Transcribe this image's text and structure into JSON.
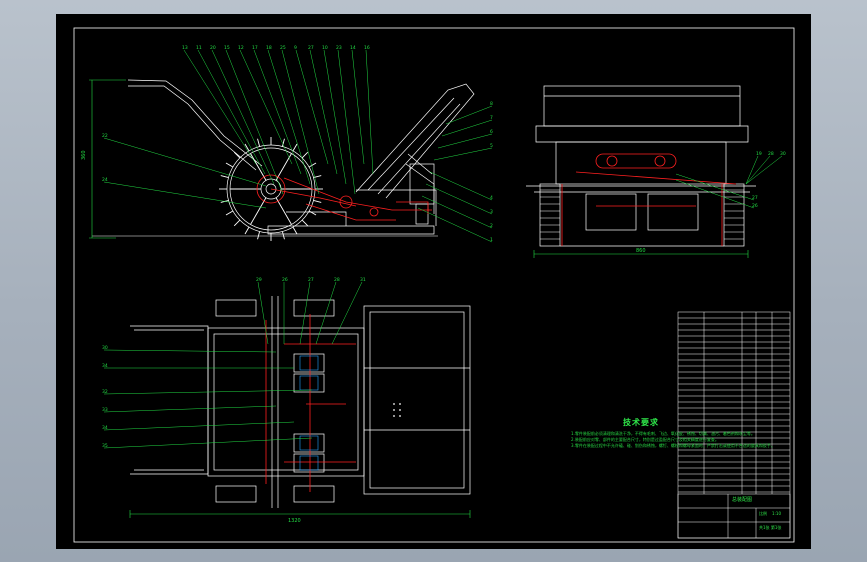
{
  "drawing": {
    "colors": {
      "background": "#000000",
      "frame": "#ffffff",
      "part_lines": "#ffffff",
      "section_lines": "#ff2020",
      "leaders_and_text": "#22dd44",
      "center_lines": "#e03030"
    },
    "tech_requirements": {
      "title": "技术要求",
      "lines": [
        "1.零件装配前必须清理和清洗干净，不得有毛刺、飞边、氧化皮、锈蚀、切屑、油污、着色剂和灰尘等。",
        "2.装配前应对零、部件的主要配合尺寸，特别是过盈配合尺寸及相关精度进行复查。",
        "3.零件在装配过程中不允许磕、碰、划伤和锈蚀，螺钉、螺栓和螺母紧固时，严禁打击或使用不合适的旋具和扳手。"
      ]
    },
    "dimensions": {
      "side_height": "360",
      "end_width": "860",
      "plan_length": "1320"
    },
    "balloons": {
      "side_view_top": [
        "13",
        "11",
        "20",
        "15",
        "12",
        "17",
        "18",
        "25",
        "9",
        "27",
        "10",
        "23",
        "14",
        "16"
      ],
      "side_view_right": [
        "8",
        "7",
        "6",
        "5",
        "4",
        "3",
        "2",
        "1"
      ],
      "side_view_left": [
        "22",
        "24"
      ],
      "end_view_right": [
        "19",
        "28",
        "30",
        "27",
        "26"
      ],
      "plan_view_top": [
        "29",
        "26",
        "27",
        "28",
        "31"
      ],
      "plan_view_left": [
        "30",
        "34",
        "32",
        "33",
        "34",
        "35"
      ]
    },
    "title_block": {
      "drawing_title": "总装配图",
      "scale_label": "比例",
      "scale_value": "1:10",
      "sheet": "共1张 第1张"
    }
  }
}
